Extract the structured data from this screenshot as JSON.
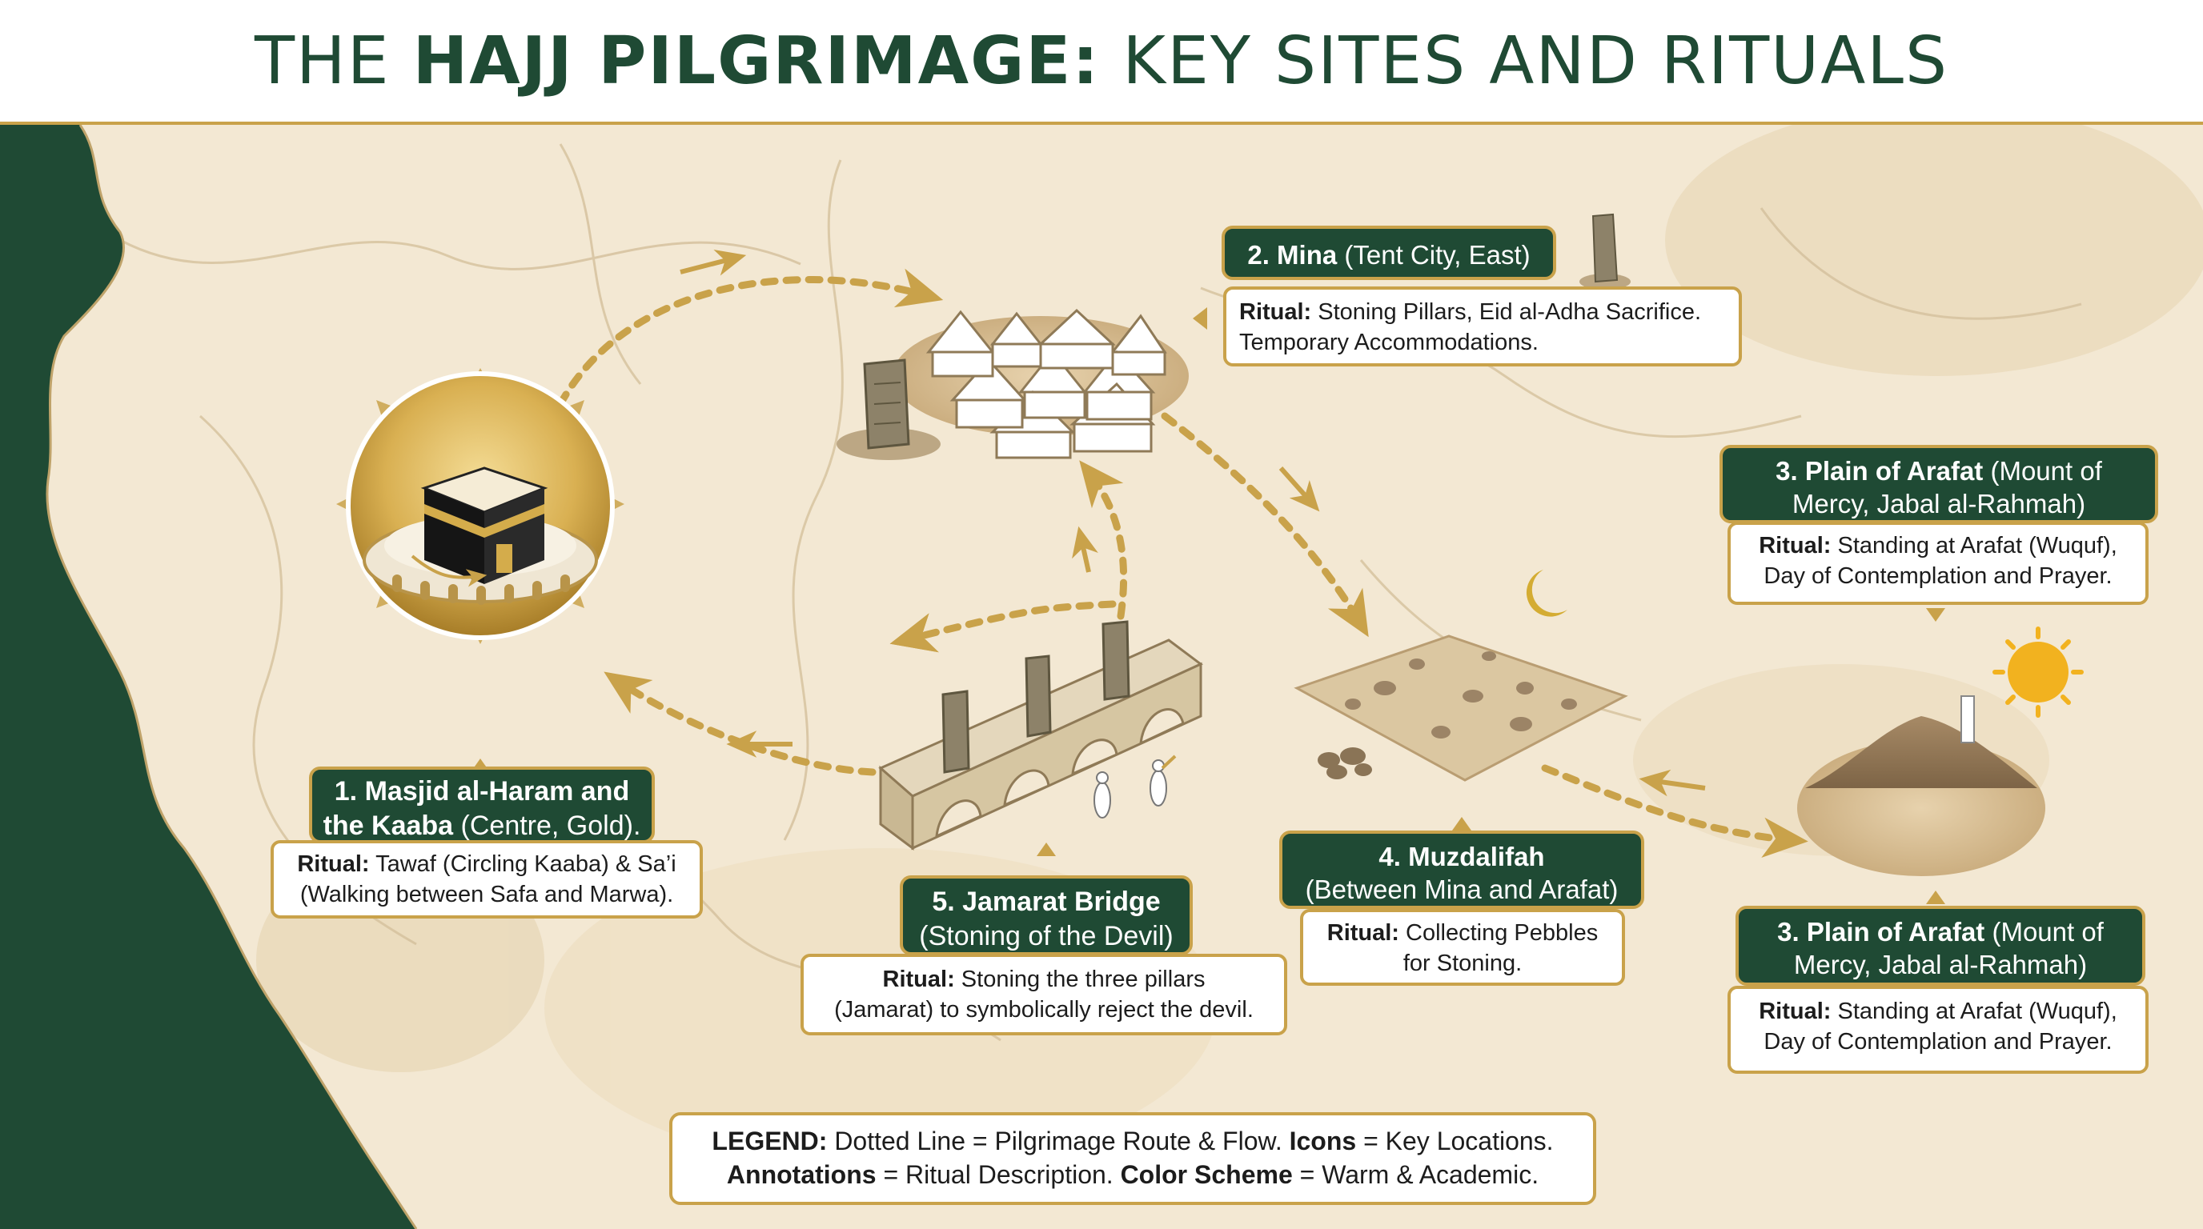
{
  "title": {
    "part1": "THE ",
    "part2": "HAJJ PILGRIMAGE:",
    "part3": " KEY SITES AND RITUALS"
  },
  "sites": {
    "kaaba": {
      "name": "1. Masjid al-Haram and the Kaaba",
      "name_line1": "1. Masjid al-Haram and",
      "name_line2a": "the Kaaba",
      "name_line2b": " (Centre, Gold).",
      "ritual_key": "Ritual:",
      "ritual_line1": " Tawaf (Circling Kaaba) & Sa’i",
      "ritual_line2": "(Walking between Safa and Marwa)."
    },
    "mina": {
      "name": "2. Mina",
      "qualifier": " (Tent City, East)",
      "ritual_key": "Ritual:",
      "ritual_line1": " Stoning Pillars, Eid al-Adha Sacrifice.",
      "ritual_line2": "Temporary Accommodations."
    },
    "arafat_top": {
      "name": "3. Plain of Arafat",
      "qualifier1": " (Mount of",
      "qualifier2": "Mercy, Jabal al-Rahmah)",
      "ritual_key": "Ritual:",
      "ritual_line1": " Standing at Arafat (Wuquf),",
      "ritual_line2": "Day of Contemplation and Prayer."
    },
    "arafat_bottom": {
      "name": "3. Plain of Arafat",
      "qualifier1": " (Mount of",
      "qualifier2": "Mercy, Jabal al-Rahmah)",
      "ritual_key": "Ritual:",
      "ritual_line1": " Standing at Arafat (Wuquf),",
      "ritual_line2": "Day of Contemplation and Prayer."
    },
    "muzdalifah": {
      "name": "4. Muzdalifah",
      "qualifier": "(Between Mina and Arafat)",
      "ritual_key": "Ritual:",
      "ritual_line1": " Collecting Pebbles",
      "ritual_line2": "for Stoning."
    },
    "jamarat": {
      "name": "5. Jamarat Bridge",
      "qualifier": "(Stoning of the Devil)",
      "ritual_key": "Ritual:",
      "ritual_line1": " Stoning the three pillars",
      "ritual_line2": "(Jamarat) to symbolically reject the devil."
    }
  },
  "legend": {
    "k1": "LEGEND:",
    "t1": " Dotted Line = Pilgrimage Route & Flow. ",
    "k2": "Icons",
    "t2": " = Key Locations.",
    "k3": "Annotations",
    "t3": " = Ritual Description. ",
    "k4": "Color Scheme",
    "t4": " = Warm & Academic."
  },
  "colors": {
    "sea": "#1f4a34",
    "gold": "#c9a24a",
    "parchment": "#f4ead7",
    "route": "#c9a24a",
    "label_bg": "#1f4a34"
  },
  "icons": [
    "kaaba-icon",
    "tent-city-icon",
    "pillar-icon",
    "mountain-icon",
    "sun-icon",
    "crescent-moon-icon",
    "pebbles-icon",
    "bridge-icon"
  ]
}
